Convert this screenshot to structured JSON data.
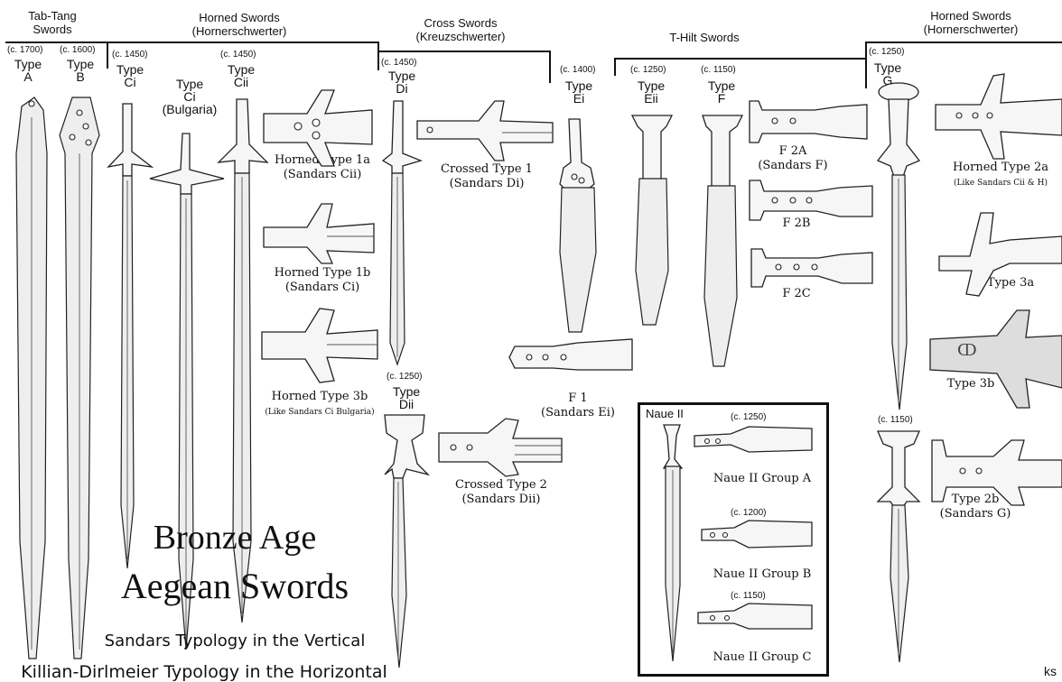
{
  "groups": [
    {
      "l1": "Tab-Tang",
      "l2": "Swords"
    },
    {
      "l1": "Horned Swords",
      "l2": "(Hornerschwerter)"
    },
    {
      "l1": "Cross Swords",
      "l2": "(Kreuzschwerter)"
    },
    {
      "l1": "T-Hilt Swords",
      "l2": ""
    },
    {
      "l1": "Horned Swords",
      "l2": "(Hornerschwerter)"
    }
  ],
  "swords": {
    "a": {
      "date": "(c. 1700)",
      "type": "Type",
      "code": "A"
    },
    "b": {
      "date": "(c. 1600)",
      "type": "Type",
      "code": "B"
    },
    "ci": {
      "date": "(c. 1450)",
      "type": "Type",
      "code": "Ci"
    },
    "cib": {
      "type": "Type",
      "code": "Ci",
      "note": "(Bulgaria)"
    },
    "cii": {
      "date": "(c. 1450)",
      "type": "Type",
      "code": "Cii"
    },
    "di": {
      "date": "(c. 1450)",
      "type": "Type",
      "code": "Di"
    },
    "dii": {
      "date": "(c. 1250)",
      "type": "Type",
      "code": "Dii"
    },
    "ei": {
      "date": "(c. 1400)",
      "type": "Type",
      "code": "Ei"
    },
    "eii": {
      "date": "(c. 1250)",
      "type": "Type",
      "code": "Eii"
    },
    "f": {
      "date": "(c. 1150)",
      "type": "Type",
      "code": "F"
    },
    "g": {
      "date": "(c. 1250)",
      "type": "Type",
      "code": "G"
    },
    "g2": {
      "date": "(c. 1150)"
    }
  },
  "hilts": {
    "h1a": {
      "l1": "Horned Type 1a",
      "l2": "(Sandars Cii)"
    },
    "h1b": {
      "l1": "Horned Type 1b",
      "l2": "(Sandars Ci)"
    },
    "h3b": {
      "l1": "Horned Type 3b",
      "l2": "(Like Sandars Ci Bulgaria)"
    },
    "c1": {
      "l1": "Crossed Type 1",
      "l2": "(Sandars Di)"
    },
    "c2": {
      "l1": "Crossed Type 2",
      "l2": "(Sandars Dii)"
    },
    "f1": {
      "l1": "F 1",
      "l2": "(Sandars Ei)"
    },
    "f2a": {
      "l1": "F 2A",
      "l2": "(Sandars F)"
    },
    "f2b": {
      "l1": "F 2B"
    },
    "f2c": {
      "l1": "F 2C"
    },
    "h2a": {
      "l1": "Horned Type 2a",
      "l2": "(Like Sandars Cii  & H)"
    },
    "t3a": {
      "l1": "Type 3a"
    },
    "t3b": {
      "l1": "Type 3b"
    },
    "t2b": {
      "l1": "Type 2b",
      "l2": "(Sandars G)"
    }
  },
  "naue": {
    "title": "Naue II",
    "a": {
      "date": "(c. 1250)",
      "label": "Naue II Group A"
    },
    "b": {
      "date": "(c. 1200)",
      "label": "Naue II Group B"
    },
    "c": {
      "date": "(c. 1150)",
      "label": "Naue II Group C"
    }
  },
  "title": {
    "l1": "Bronze Age",
    "l2": "Aegean Swords",
    "sub1": "Sandars Typology in the Vertical",
    "sub2": "Killian-Dirlmeier Typology in the Horizontal"
  },
  "credit": "ks"
}
